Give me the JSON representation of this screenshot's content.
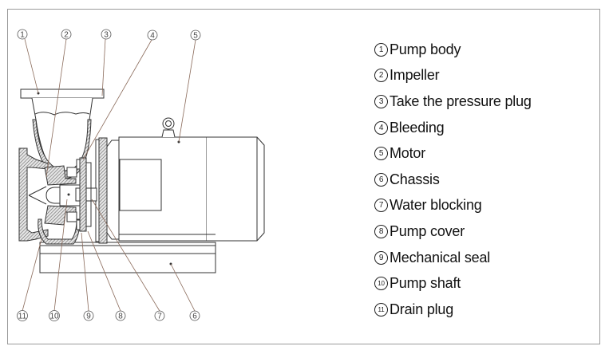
{
  "diagram": {
    "subject": "Horizontal centrifugal pump sectional drawing",
    "callouts_top": [
      "1",
      "2",
      "3",
      "4",
      "5"
    ],
    "callouts_bottom": [
      "11",
      "10",
      "9",
      "8",
      "7",
      "6"
    ]
  },
  "legend": {
    "items": [
      {
        "num": "1",
        "label": "Pump body"
      },
      {
        "num": "2",
        "label": "Impeller"
      },
      {
        "num": "3",
        "label": "Take the pressure plug"
      },
      {
        "num": "4",
        "label": "Bleeding"
      },
      {
        "num": "5",
        "label": "Motor"
      },
      {
        "num": "6",
        "label": "Chassis"
      },
      {
        "num": "7",
        "label": "Water blocking"
      },
      {
        "num": "8",
        "label": "Pump cover"
      },
      {
        "num": "9",
        "label": "Mechanical seal"
      },
      {
        "num": "10",
        "label": "Pump shaft"
      },
      {
        "num": "11",
        "label": "Drain plug"
      }
    ]
  },
  "colors": {
    "line": "#333333",
    "hatch": "#777777",
    "leader": "#8a6a5a",
    "frame": "#9a9a9a"
  }
}
